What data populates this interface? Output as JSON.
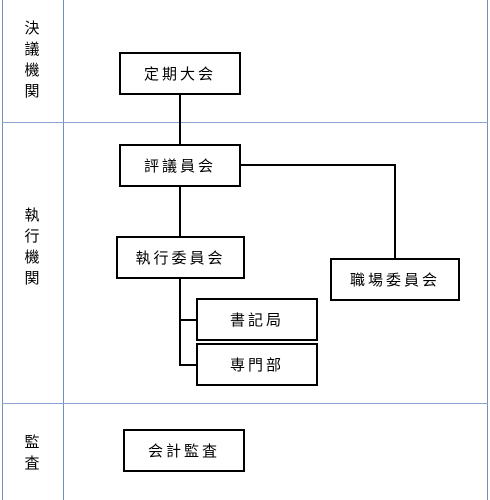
{
  "sections": [
    {
      "id": "decision",
      "label": "決議機関"
    },
    {
      "id": "execution",
      "label": "執行機関"
    },
    {
      "id": "audit",
      "label": "監査"
    }
  ],
  "boxes": {
    "general_meeting": "定期大会",
    "council": "評議員会",
    "executive_committee": "執行委員会",
    "workplace_committee": "職場委員会",
    "secretariat": "書記局",
    "specialist_dept": "専門部",
    "accounting_audit": "会計監査"
  },
  "colors": {
    "frame_line": "#6f8fbf",
    "box_border": "#000000"
  }
}
